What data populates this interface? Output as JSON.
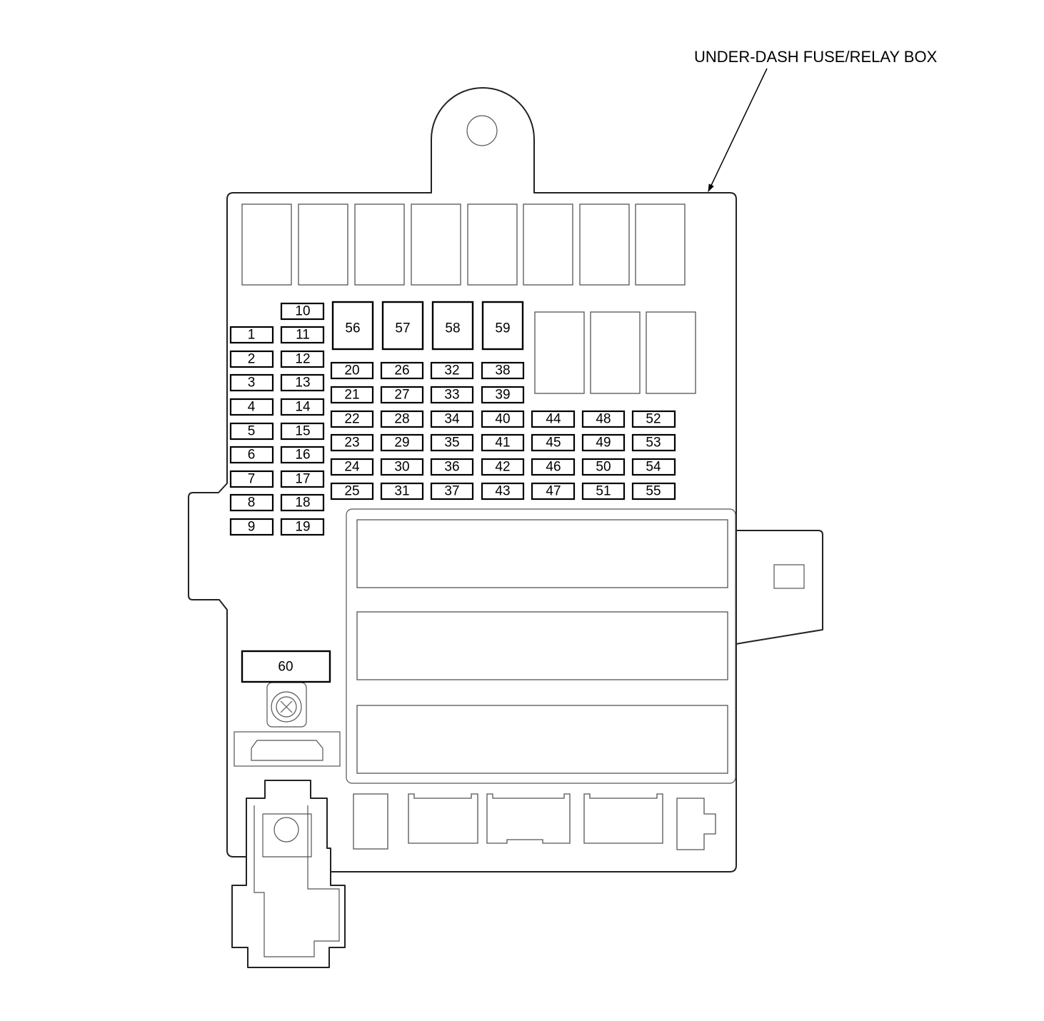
{
  "title": "UNDER-DASH FUSE/RELAY BOX",
  "fuses": {
    "f1": "1",
    "f2": "2",
    "f3": "3",
    "f4": "4",
    "f5": "5",
    "f6": "6",
    "f7": "7",
    "f8": "8",
    "f9": "9",
    "f10": "10",
    "f11": "11",
    "f12": "12",
    "f13": "13",
    "f14": "14",
    "f15": "15",
    "f16": "16",
    "f17": "17",
    "f18": "18",
    "f19": "19",
    "f20": "20",
    "f21": "21",
    "f22": "22",
    "f23": "23",
    "f24": "24",
    "f25": "25",
    "f26": "26",
    "f27": "27",
    "f28": "28",
    "f29": "29",
    "f30": "30",
    "f31": "31",
    "f32": "32",
    "f33": "33",
    "f34": "34",
    "f35": "35",
    "f36": "36",
    "f37": "37",
    "f38": "38",
    "f39": "39",
    "f40": "40",
    "f41": "41",
    "f42": "42",
    "f43": "43",
    "f44": "44",
    "f45": "45",
    "f46": "46",
    "f47": "47",
    "f48": "48",
    "f49": "49",
    "f50": "50",
    "f51": "51",
    "f52": "52",
    "f53": "53",
    "f54": "54",
    "f55": "55",
    "f56": "56",
    "f57": "57",
    "f58": "58",
    "f59": "59",
    "f60": "60"
  }
}
